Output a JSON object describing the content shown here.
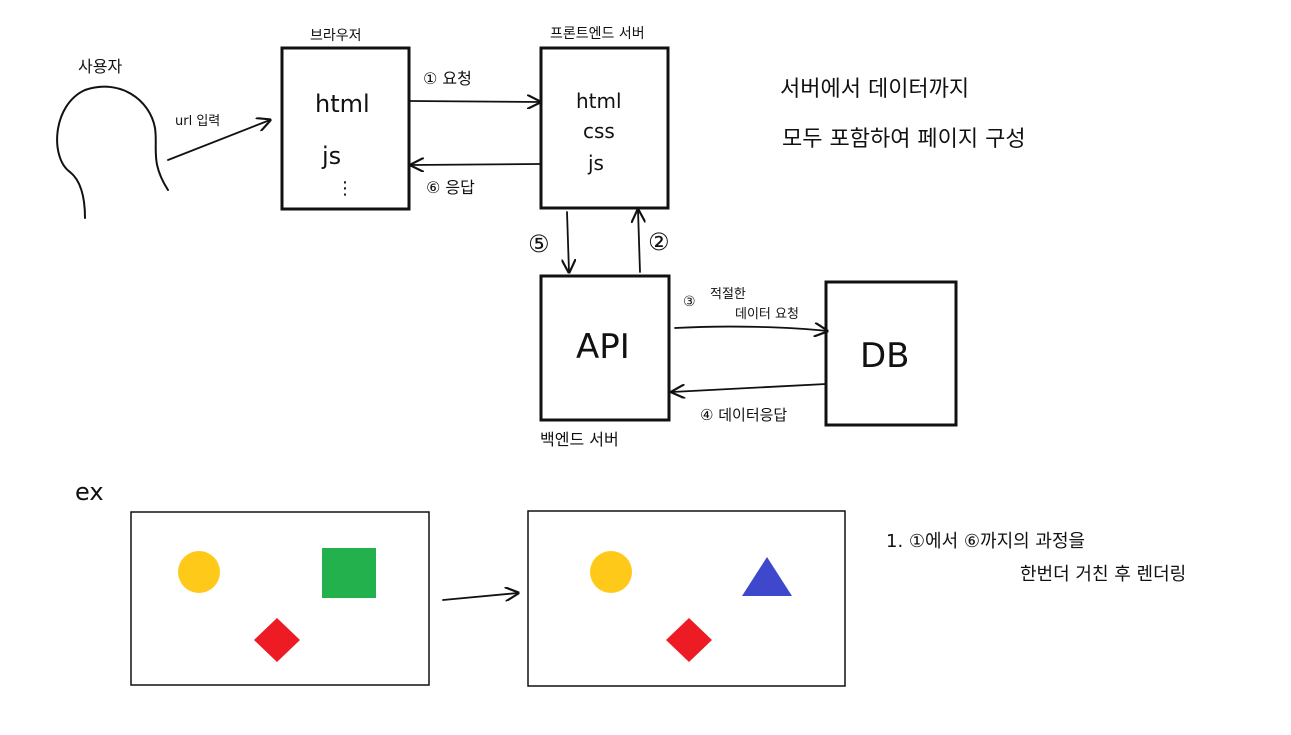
{
  "user": {
    "label": "사용자"
  },
  "input_label": "url 입력",
  "browser": {
    "title": "브라우저",
    "lines": [
      "html",
      "js",
      "⋮"
    ]
  },
  "frontend": {
    "title": "프론트엔드 서버",
    "lines": [
      "html",
      "css",
      "js"
    ]
  },
  "backend": {
    "title": "백엔드 서버",
    "label": "API"
  },
  "db": {
    "label": "DB"
  },
  "steps": {
    "s1": "① 요청",
    "s2": "②",
    "s3_num": "③",
    "s3_line1": "적절한",
    "s3_line2": "데이터 요청",
    "s4": "④ 데이터응답",
    "s5": "⑤",
    "s6": "⑥ 응답"
  },
  "note": {
    "line1": "서버에서 데이터까지",
    "line2": "모두 포함하여 페이지 구성"
  },
  "example": {
    "label": "ex",
    "caption_line1": "1. ①에서 ⑥까지의 과정을",
    "caption_line2": "한번더 거친 후 렌더링",
    "colors": {
      "circle": "#FFC91A",
      "square": "#22B14C",
      "diamond": "#ED1C24",
      "triangle": "#3F48CC"
    }
  }
}
